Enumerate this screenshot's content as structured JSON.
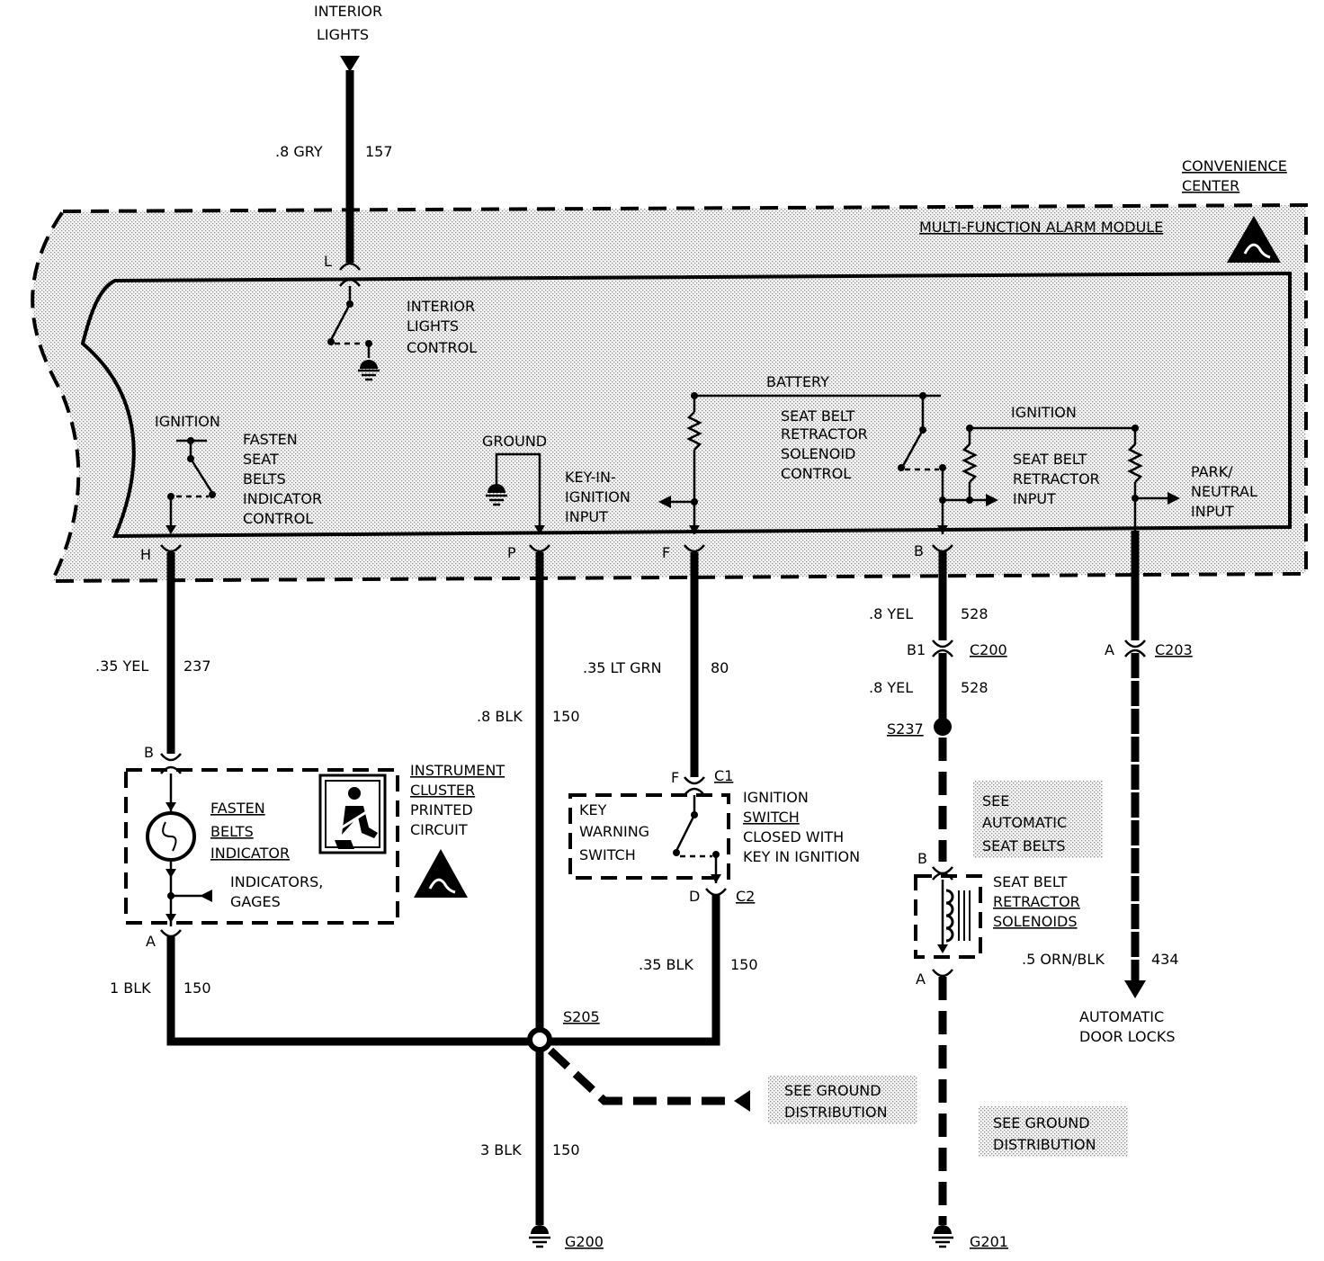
{
  "diagram": {
    "labels": {
      "interior_lights_top": [
        "INTERIOR",
        "LIGHTS"
      ],
      "convenience_center": [
        "CONVENIENCE",
        "CENTER"
      ],
      "module_title": "MULTI-FUNCTION ALARM MODULE",
      "interior_lights_control": [
        "INTERIOR",
        "LIGHTS",
        "CONTROL"
      ],
      "ignition_left": "IGNITION",
      "fasten_seat_belts": [
        "FASTEN",
        "SEAT",
        "BELTS",
        "INDICATOR",
        "CONTROL"
      ],
      "ground": "GROUND",
      "key_in_ignition": [
        "KEY-IN-",
        "IGNITION",
        "INPUT"
      ],
      "battery": "BATTERY",
      "seat_belt_retractor_solenoid": [
        "SEAT BELT",
        "RETRACTOR",
        "SOLENOID",
        "CONTROL"
      ],
      "ignition_right": "IGNITION",
      "seat_belt_retractor_input": [
        "SEAT BELT",
        "RETRACTOR",
        "INPUT"
      ],
      "park_neutral": [
        "PARK/",
        "NEUTRAL",
        "INPUT"
      ],
      "instrument_cluster": [
        "INSTRUMENT",
        "CLUSTER",
        "PRINTED",
        "CIRCUIT"
      ],
      "fasten_belts_indicator": [
        "FASTEN",
        "BELTS",
        "INDICATOR"
      ],
      "indicators_gages": [
        "INDICATORS,",
        "GAGES"
      ],
      "key_warning_switch": [
        "KEY",
        "WARNING",
        "SWITCH"
      ],
      "ignition_switch": [
        "IGNITION",
        "SWITCH",
        "CLOSED WITH",
        "KEY IN IGNITION"
      ],
      "see_automatic_seat_belts": [
        "SEE",
        "AUTOMATIC",
        "SEAT BELTS"
      ],
      "seat_belt_retractor_solenoids": [
        "SEAT BELT",
        "RETRACTOR",
        "SOLENOIDS"
      ],
      "automatic_door_locks": [
        "AUTOMATIC",
        "DOOR LOCKS"
      ],
      "see_ground_distribution_1": [
        "SEE GROUND",
        "DISTRIBUTION"
      ],
      "see_ground_distribution_2": [
        "SEE GROUND",
        "DISTRIBUTION"
      ]
    },
    "pins": {
      "L": "L",
      "H": "H",
      "P": "P",
      "F": "F",
      "B": "B",
      "B_cluster": "B",
      "A_cluster": "A",
      "F_sw": "F",
      "D_sw": "D",
      "B1": "B1",
      "A_c203": "A",
      "B_sol": "B",
      "A_sol": "A"
    },
    "connectors": {
      "c1": "C1",
      "c2": "C2",
      "c200": "C200",
      "c203": "C203"
    },
    "splices": {
      "s205": "S205",
      "s237": "S237"
    },
    "grounds": {
      "g200": "G200",
      "g201": "G201"
    },
    "wires": {
      "w157": {
        "gauge_color": ".8 GRY",
        "circuit": "157"
      },
      "w237": {
        "gauge_color": ".35 YEL",
        "circuit": "237"
      },
      "w150_p": {
        "gauge_color": ".8 BLK",
        "circuit": "150"
      },
      "w80": {
        "gauge_color": ".35 LT GRN",
        "circuit": "80"
      },
      "w528_a": {
        "gauge_color": ".8 YEL",
        "circuit": "528"
      },
      "w528_b": {
        "gauge_color": ".8 YEL",
        "circuit": "528"
      },
      "w150_c2": {
        "gauge_color": ".35 BLK",
        "circuit": "150"
      },
      "w150_a": {
        "gauge_color": "1 BLK",
        "circuit": "150"
      },
      "w150_g": {
        "gauge_color": "3 BLK",
        "circuit": "150"
      },
      "w434": {
        "gauge_color": ".5 ORN/BLK",
        "circuit": "434"
      }
    }
  }
}
